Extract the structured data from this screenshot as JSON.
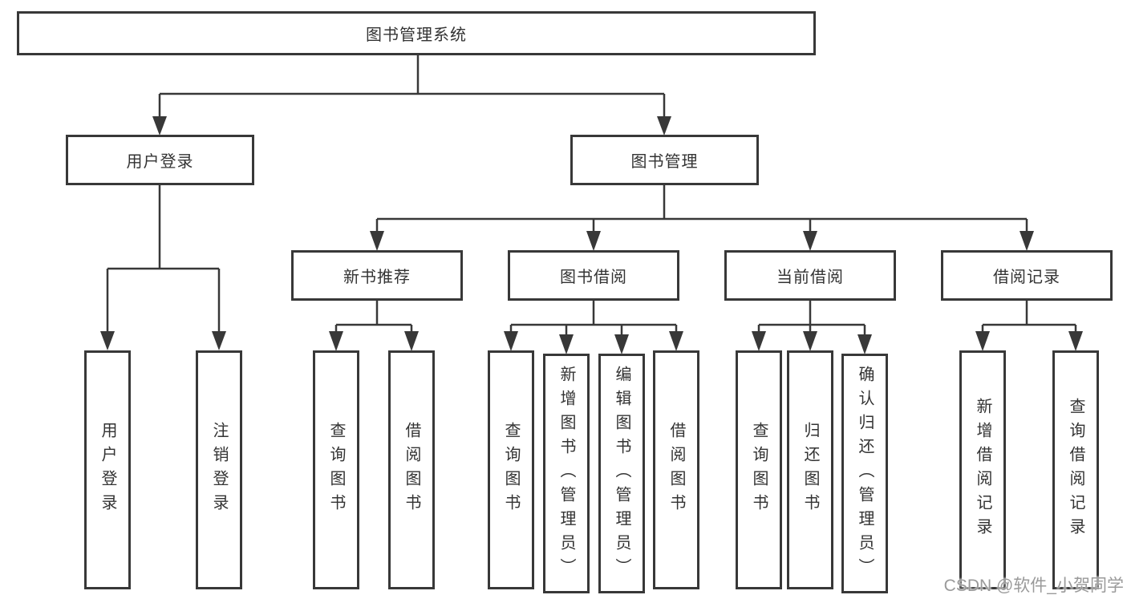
{
  "tree": {
    "label": "图书管理系统",
    "children": [
      {
        "label": "用户登录",
        "children": [
          {
            "label": "用户登录"
          },
          {
            "label": "注销登录"
          }
        ]
      },
      {
        "label": "图书管理",
        "children": [
          {
            "label": "新书推荐",
            "children": [
              {
                "label": "查询图书"
              },
              {
                "label": "借阅图书"
              }
            ]
          },
          {
            "label": "图书借阅",
            "children": [
              {
                "label": "查询图书"
              },
              {
                "label": "新增图书（管理员）"
              },
              {
                "label": "编辑图书（管理员）"
              },
              {
                "label": "借阅图书"
              }
            ]
          },
          {
            "label": "当前借阅",
            "children": [
              {
                "label": "查询图书"
              },
              {
                "label": "归还图书"
              },
              {
                "label": "确认归还（管理员）"
              }
            ]
          },
          {
            "label": "借阅记录",
            "children": [
              {
                "label": "新增借阅记录"
              },
              {
                "label": "查询借阅记录"
              }
            ]
          }
        ]
      }
    ]
  },
  "watermark": {
    "text": "CSDN @软件_小贺同学"
  },
  "colors": {
    "line": "#383838",
    "box_border": "#383838",
    "box_fill": "#ffffff",
    "text": "#333333",
    "watermark": "#9a9a9a",
    "background": "#ffffff"
  }
}
